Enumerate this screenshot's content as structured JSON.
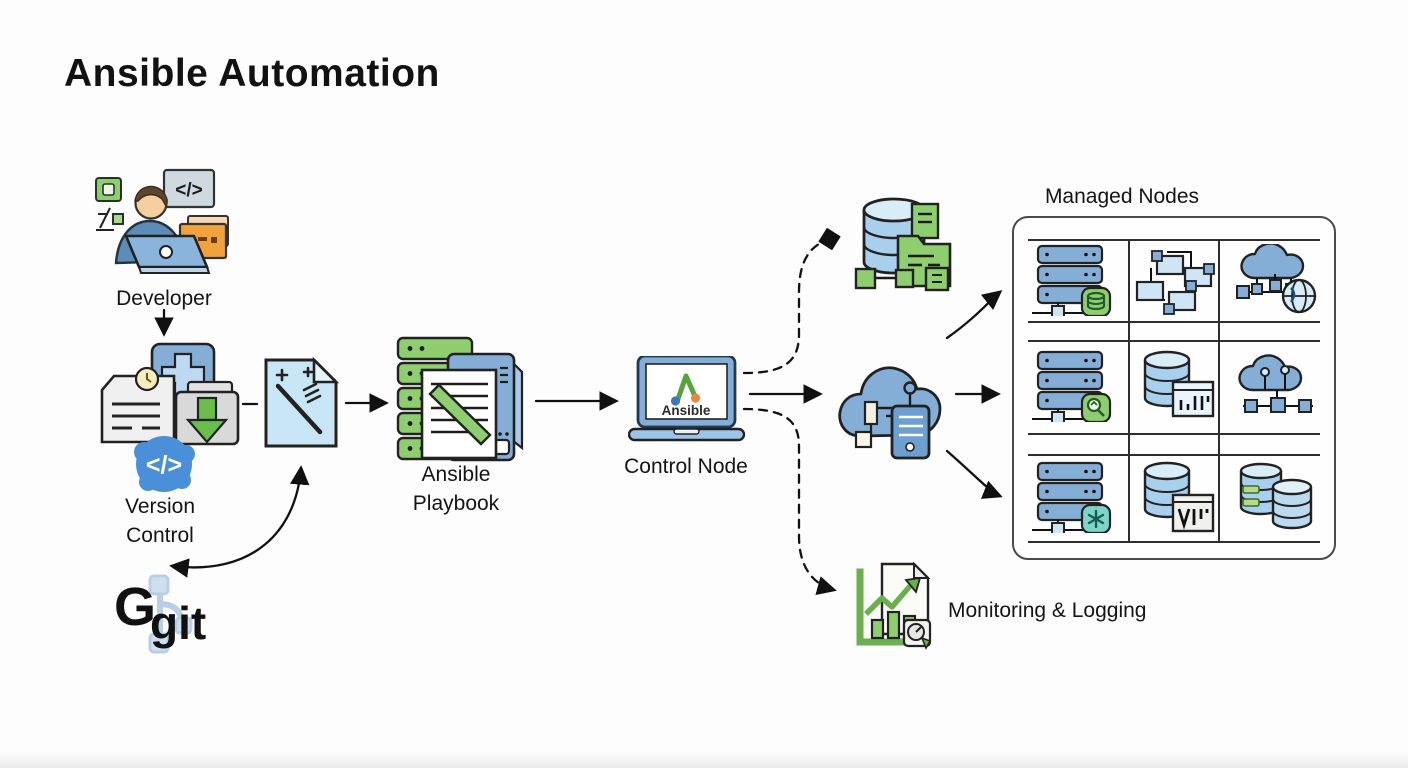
{
  "title": "Ansible Automation",
  "flow": {
    "developer": {
      "label": "Developer",
      "code_glyph": "</>"
    },
    "version_control": {
      "label_lines": [
        "Version",
        "Control"
      ],
      "code_glyph": "</>"
    },
    "git": {
      "letter": "G",
      "wordmark": "git"
    },
    "playbook": {
      "label_lines": [
        "Ansible",
        "Playbook"
      ]
    },
    "control_node": {
      "label": "Control Node",
      "screen_brand": "Ansible"
    },
    "monitoring": {
      "label": "Monitoring & Logging"
    },
    "managed_nodes": {
      "title": "Managed Nodes",
      "cells": [
        "server-stack-database",
        "workflow-network",
        "cloud-network-globe",
        "server-stack-search",
        "database-metrics",
        "cloud-nodes",
        "server-stack-config",
        "database-logs",
        "database-replication"
      ]
    }
  },
  "icons": [
    "developer-at-laptop-icon",
    "code-badge-icon",
    "puzzle-icon",
    "code-window-icon",
    "version-control-icon",
    "commit-document-icon",
    "download-folder-icon",
    "clock-icon",
    "code-blob-icon",
    "git-logo",
    "diff-file-icon",
    "ansible-playbook-icon",
    "control-node-laptop-icon",
    "ansible-logo",
    "database-sync-icon",
    "cloud-infra-icon",
    "monitoring-chart-icon"
  ],
  "colors": {
    "accent_blue": "#84aed6",
    "accent_green": "#8fce6e",
    "accent_orange": "#f0a33c",
    "ink": "#222222",
    "git_branch_blue": "#b9cfe6",
    "blob_blue": "#4a90d9"
  }
}
